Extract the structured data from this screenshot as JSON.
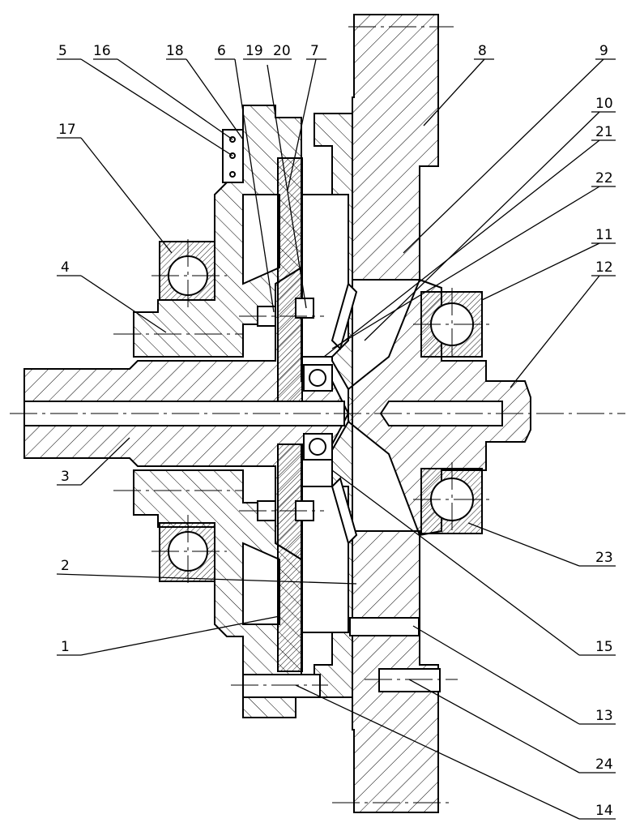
{
  "figure": {
    "callouts": [
      "5",
      "16",
      "18",
      "6",
      "19",
      "20",
      "7",
      "8",
      "9",
      "10",
      "21",
      "22",
      "11",
      "12",
      "17",
      "4",
      "3",
      "2",
      "1",
      "23",
      "15",
      "13",
      "24",
      "14"
    ]
  },
  "colors": {
    "ink": "#000000",
    "paper": "#ffffff"
  }
}
